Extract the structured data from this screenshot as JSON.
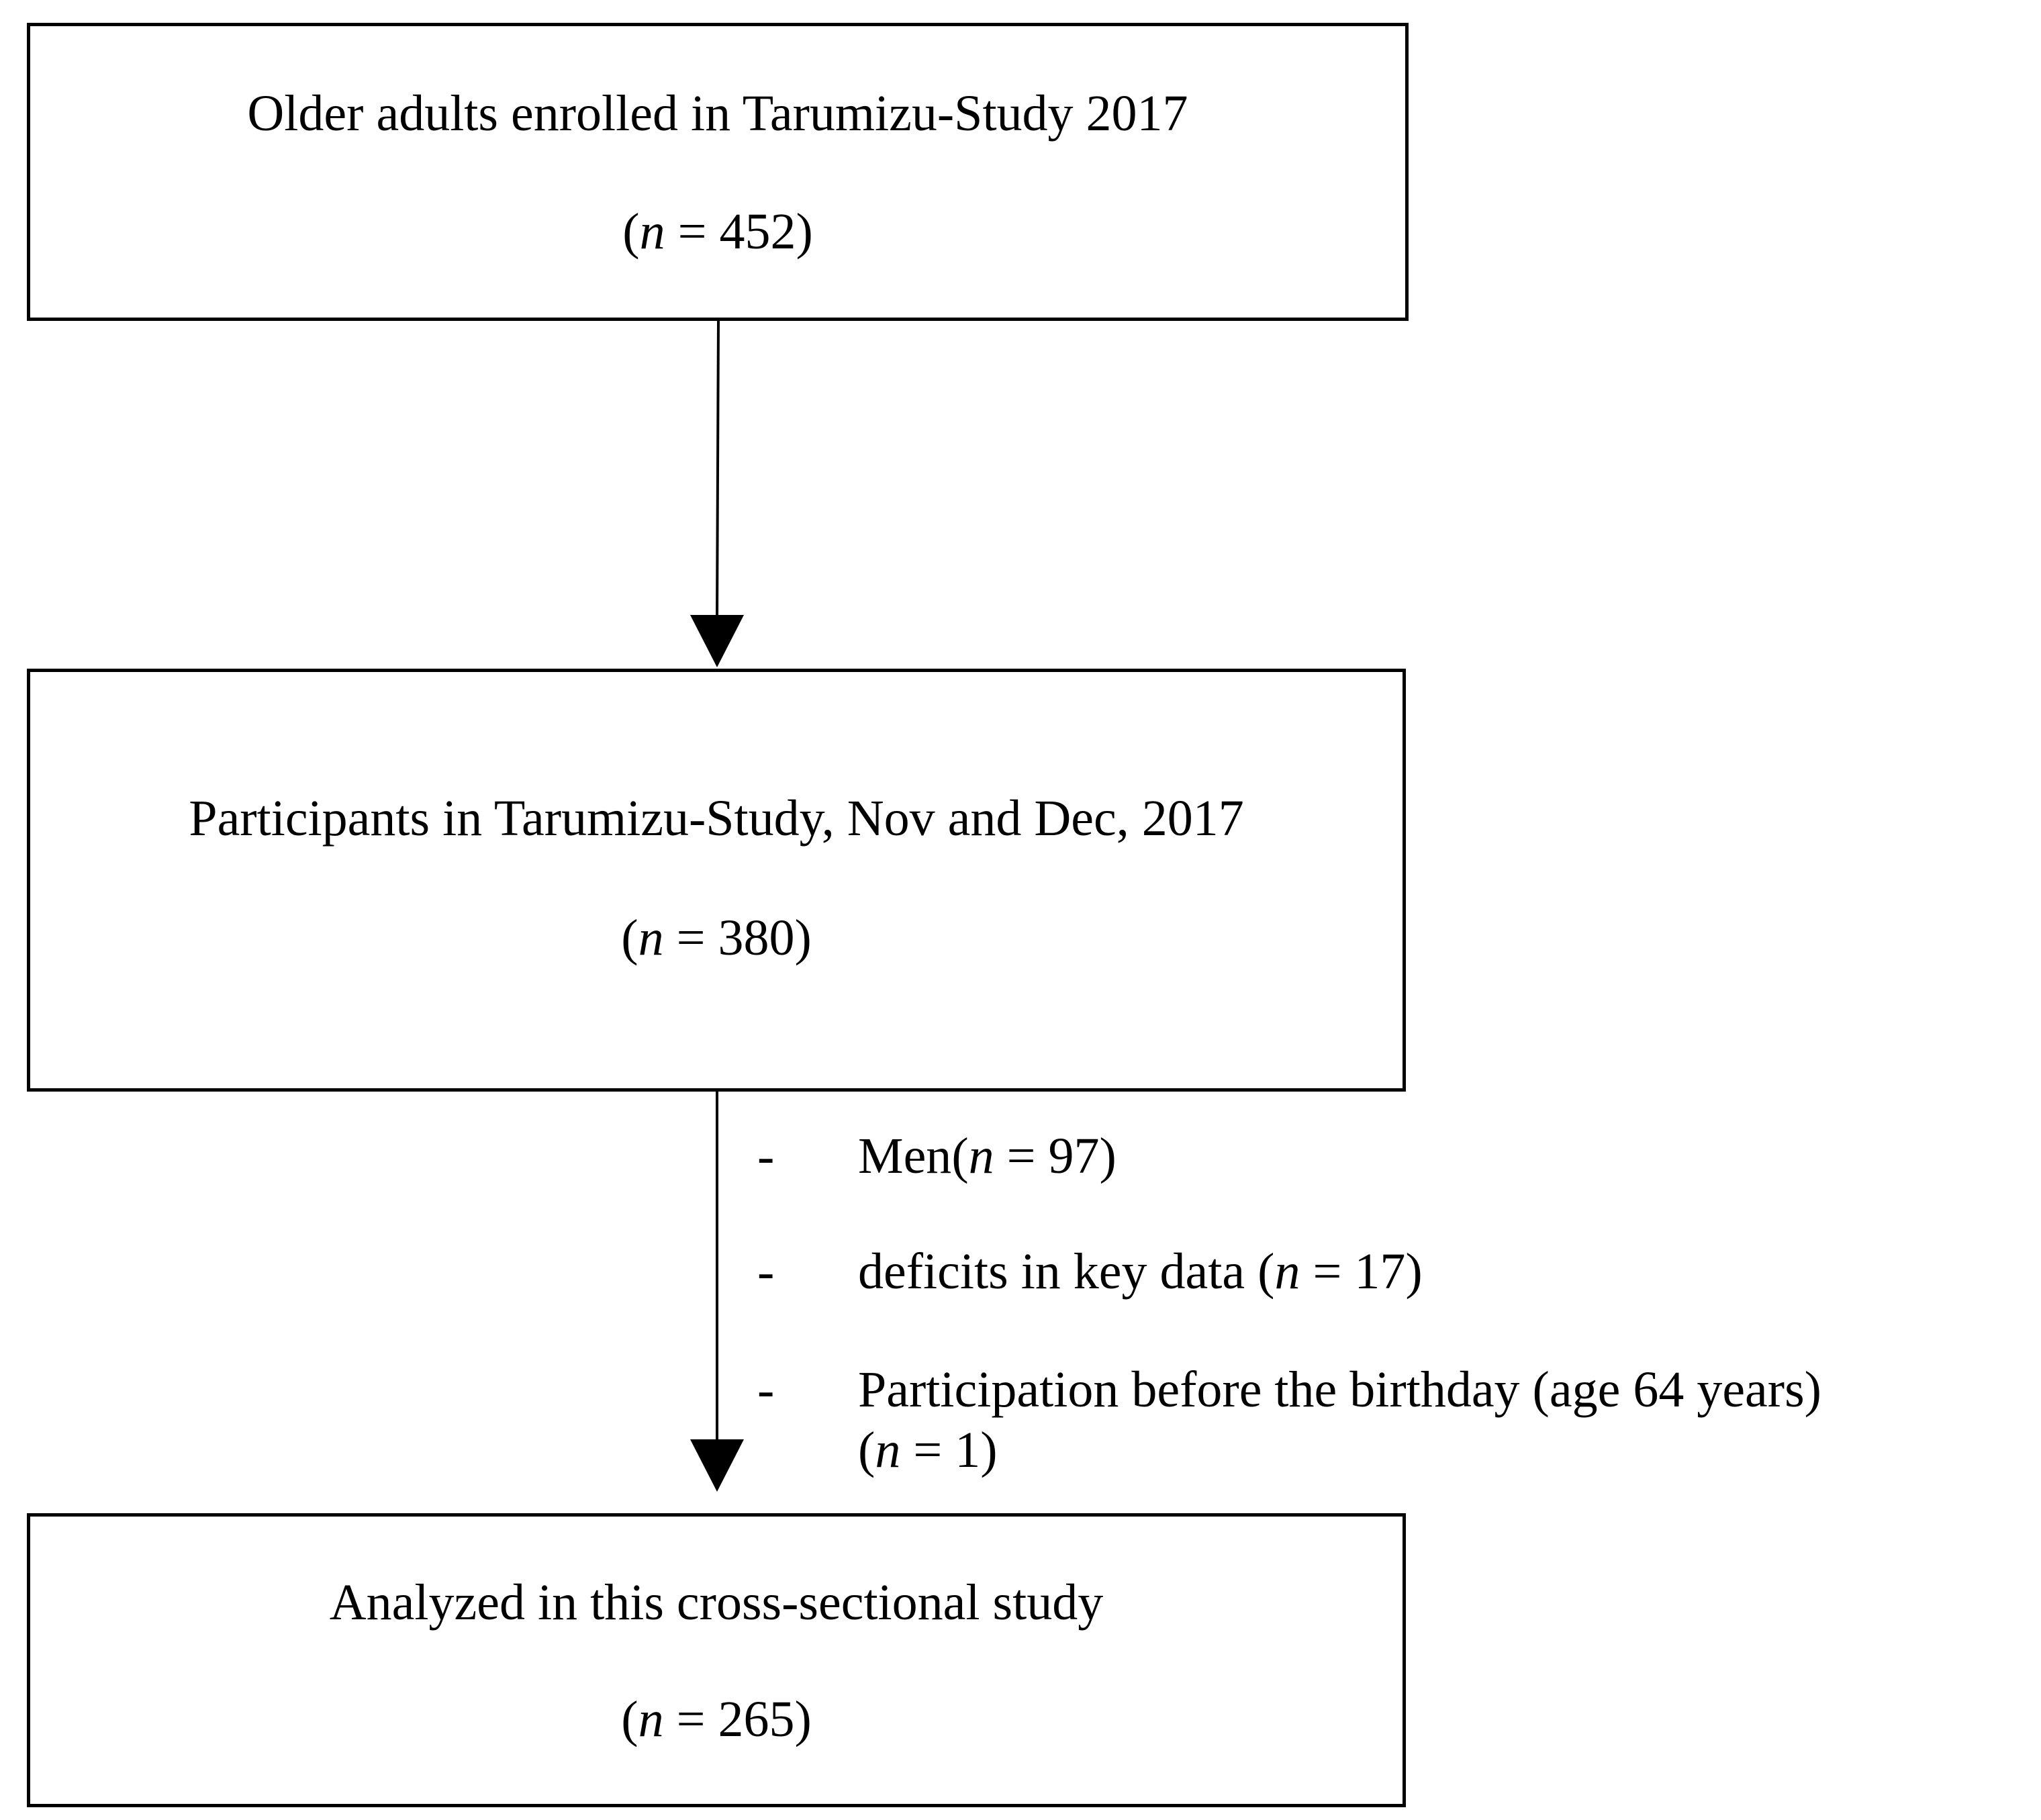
{
  "boxes": {
    "enrolled": {
      "title": "Older adults enrolled in Tarumizu-Study 2017",
      "n_label": "n",
      "n_value": "452"
    },
    "participants": {
      "title": "Participants in Tarumizu-Study, Nov and Dec, 2017",
      "n_label": "n",
      "n_value": "380"
    },
    "analyzed": {
      "title": "Analyzed in this cross-sectional study",
      "n_label": "n",
      "n_value": "265"
    }
  },
  "exclusions": [
    {
      "bullet": "-",
      "text": "Men",
      "n_label": "n",
      "n_value": "97"
    },
    {
      "bullet": "-",
      "text": "deficits in key data",
      "n_label": "n",
      "n_value": "17"
    },
    {
      "bullet": "-",
      "text": "Participation before the birthday (age 64 years)",
      "n_label": "n",
      "n_value": "1"
    }
  ],
  "colors": {
    "stroke": "#000000",
    "background": "#ffffff"
  }
}
